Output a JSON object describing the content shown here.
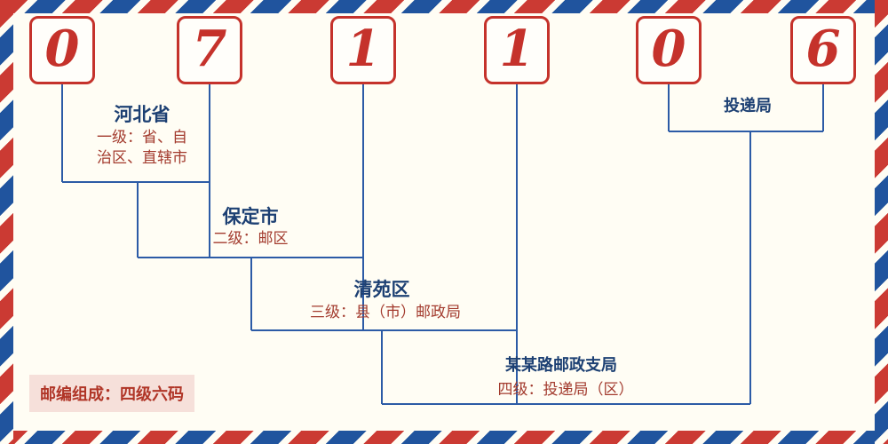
{
  "postal_code": {
    "digits": [
      "0",
      "7",
      "1",
      "1",
      "0",
      "6"
    ]
  },
  "levels": [
    {
      "name": "河北省",
      "caption": "一级：省、自\n治区、直辖市"
    },
    {
      "name": "保定市",
      "caption": "二级：邮区"
    },
    {
      "name": "清苑区",
      "caption": "三级：县（市）邮政局"
    },
    {
      "name": "某某路邮政支局",
      "caption": "四级：投递局（区）"
    }
  ],
  "delivery_label": "投递局",
  "footer_note": "邮编组成：四级六码",
  "colors": {
    "digit_red": "#c5322b",
    "line_blue": "#2c5ba6",
    "label_navy": "#1d4073",
    "caption_red": "#a33b2e",
    "border_red": "#cb3a33",
    "border_blue": "#20549e",
    "note_background": "#f6e0da",
    "background": "#fffdf4"
  }
}
